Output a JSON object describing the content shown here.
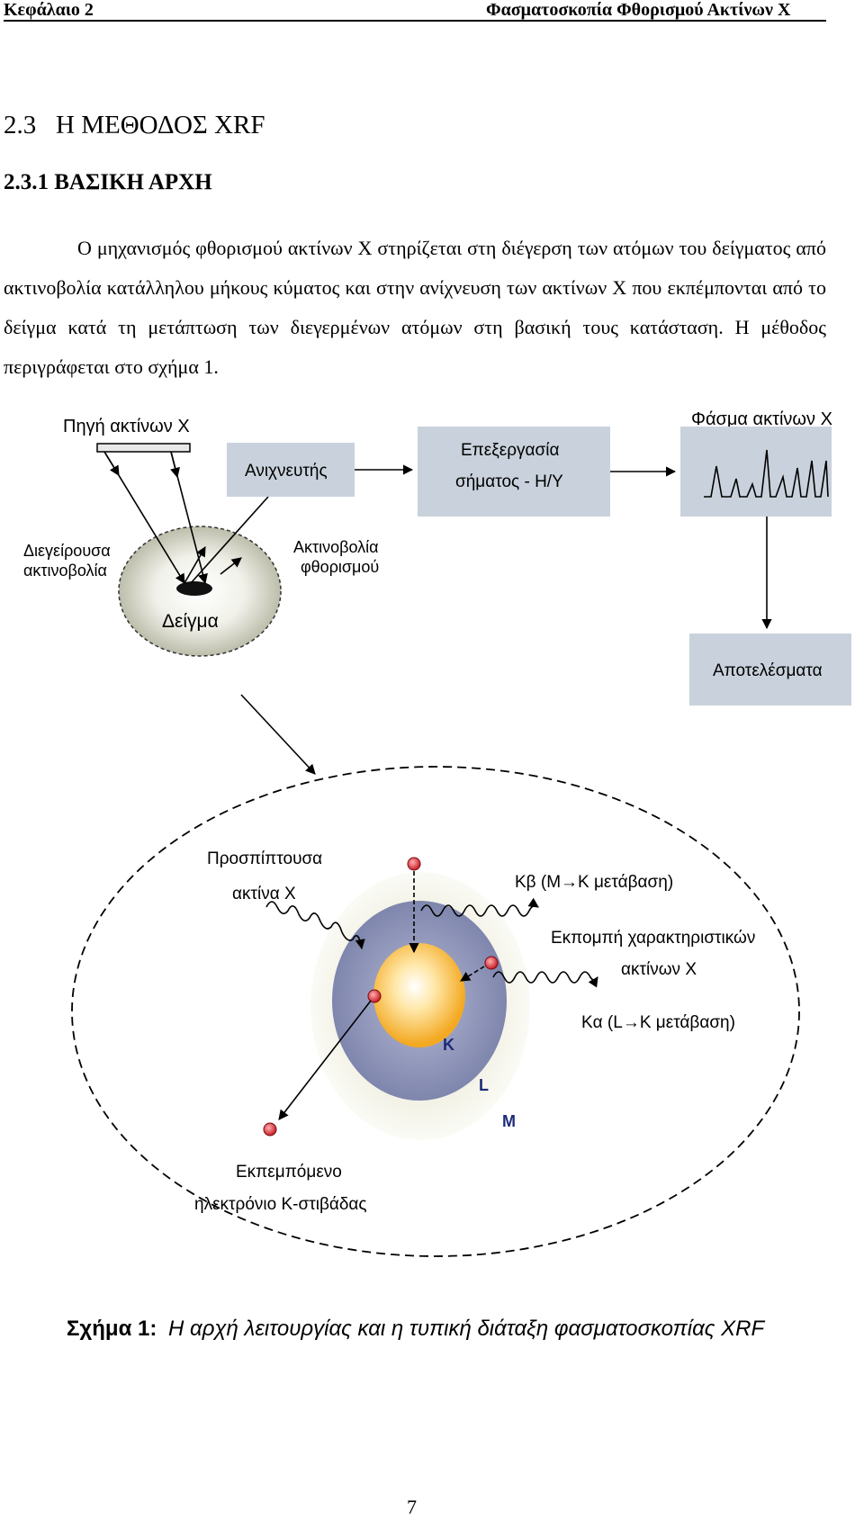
{
  "header": {
    "chapter": "Κεφάλαιο 2",
    "title": "Φασματοσκοπία Φθορισμού Ακτίνων Χ"
  },
  "section": {
    "number": "2.3",
    "title": "Η ΜΕΘΟΔΟΣ XRF"
  },
  "subsection": {
    "number": "2.3.1",
    "title": "ΒΑΣΙΚΗ ΑΡΧΗ"
  },
  "paragraph": "Ο μηχανισμός φθορισμού ακτίνων Χ στηρίζεται στη διέγερση των ατόμων του δείγματος από ακτινοβολία κατάλληλου μήκους κύματος και στην ανίχνευση των ακτίνων Χ που εκπέμπονται από το δείγμα κατά τη μετάπτωση των διεγερμένων ατόμων στη βασική τους κατάσταση. Η μέθοδος περιγράφεται στο σχήμα 1.",
  "figure": {
    "source_label": "Πηγή ακτίνων Χ",
    "excitation_l1": "Διεγείρουσα",
    "excitation_l2": "ακτινοβολία",
    "detector": "Ανιχνευτής",
    "processing_l1": "Επεξεργασία",
    "processing_l2": "σήματος - Η/Υ",
    "spectrum_label": "Φάσμα ακτίνων Χ",
    "fluorescence_l1": "Ακτινοβολία",
    "fluorescence_l2": "φθορισμού",
    "sample": "Δείγμα",
    "results": "Αποτελέσματα",
    "incident_l1": "Προσπίπτουσα",
    "incident_l2": "ακτίνα Χ",
    "kbeta": "Kβ (M→K μετάβαση)",
    "emission_l1": "Εκπομπή χαρακτηριστικών",
    "emission_l2": "ακτίνων Χ",
    "kalpha": "Kα (L→K μετάβαση)",
    "shell_k": "K",
    "shell_l": "L",
    "shell_m": "M",
    "ejected_l1": "Εκπεμπόμενο",
    "ejected_l2": "ηλεκτρόνιο Κ-στιβάδας",
    "caption_label": "Σχήμα 1:",
    "caption_text": "Η αρχή λειτουργίας και η τυπική διάταξη φασματοσκοπίας XRF",
    "colors": {
      "box_fill": "#c9d2dc",
      "nucleus": "#f5b530",
      "k_shell": "#8088ae",
      "electron": "#d8343c"
    }
  },
  "page_number": "7"
}
